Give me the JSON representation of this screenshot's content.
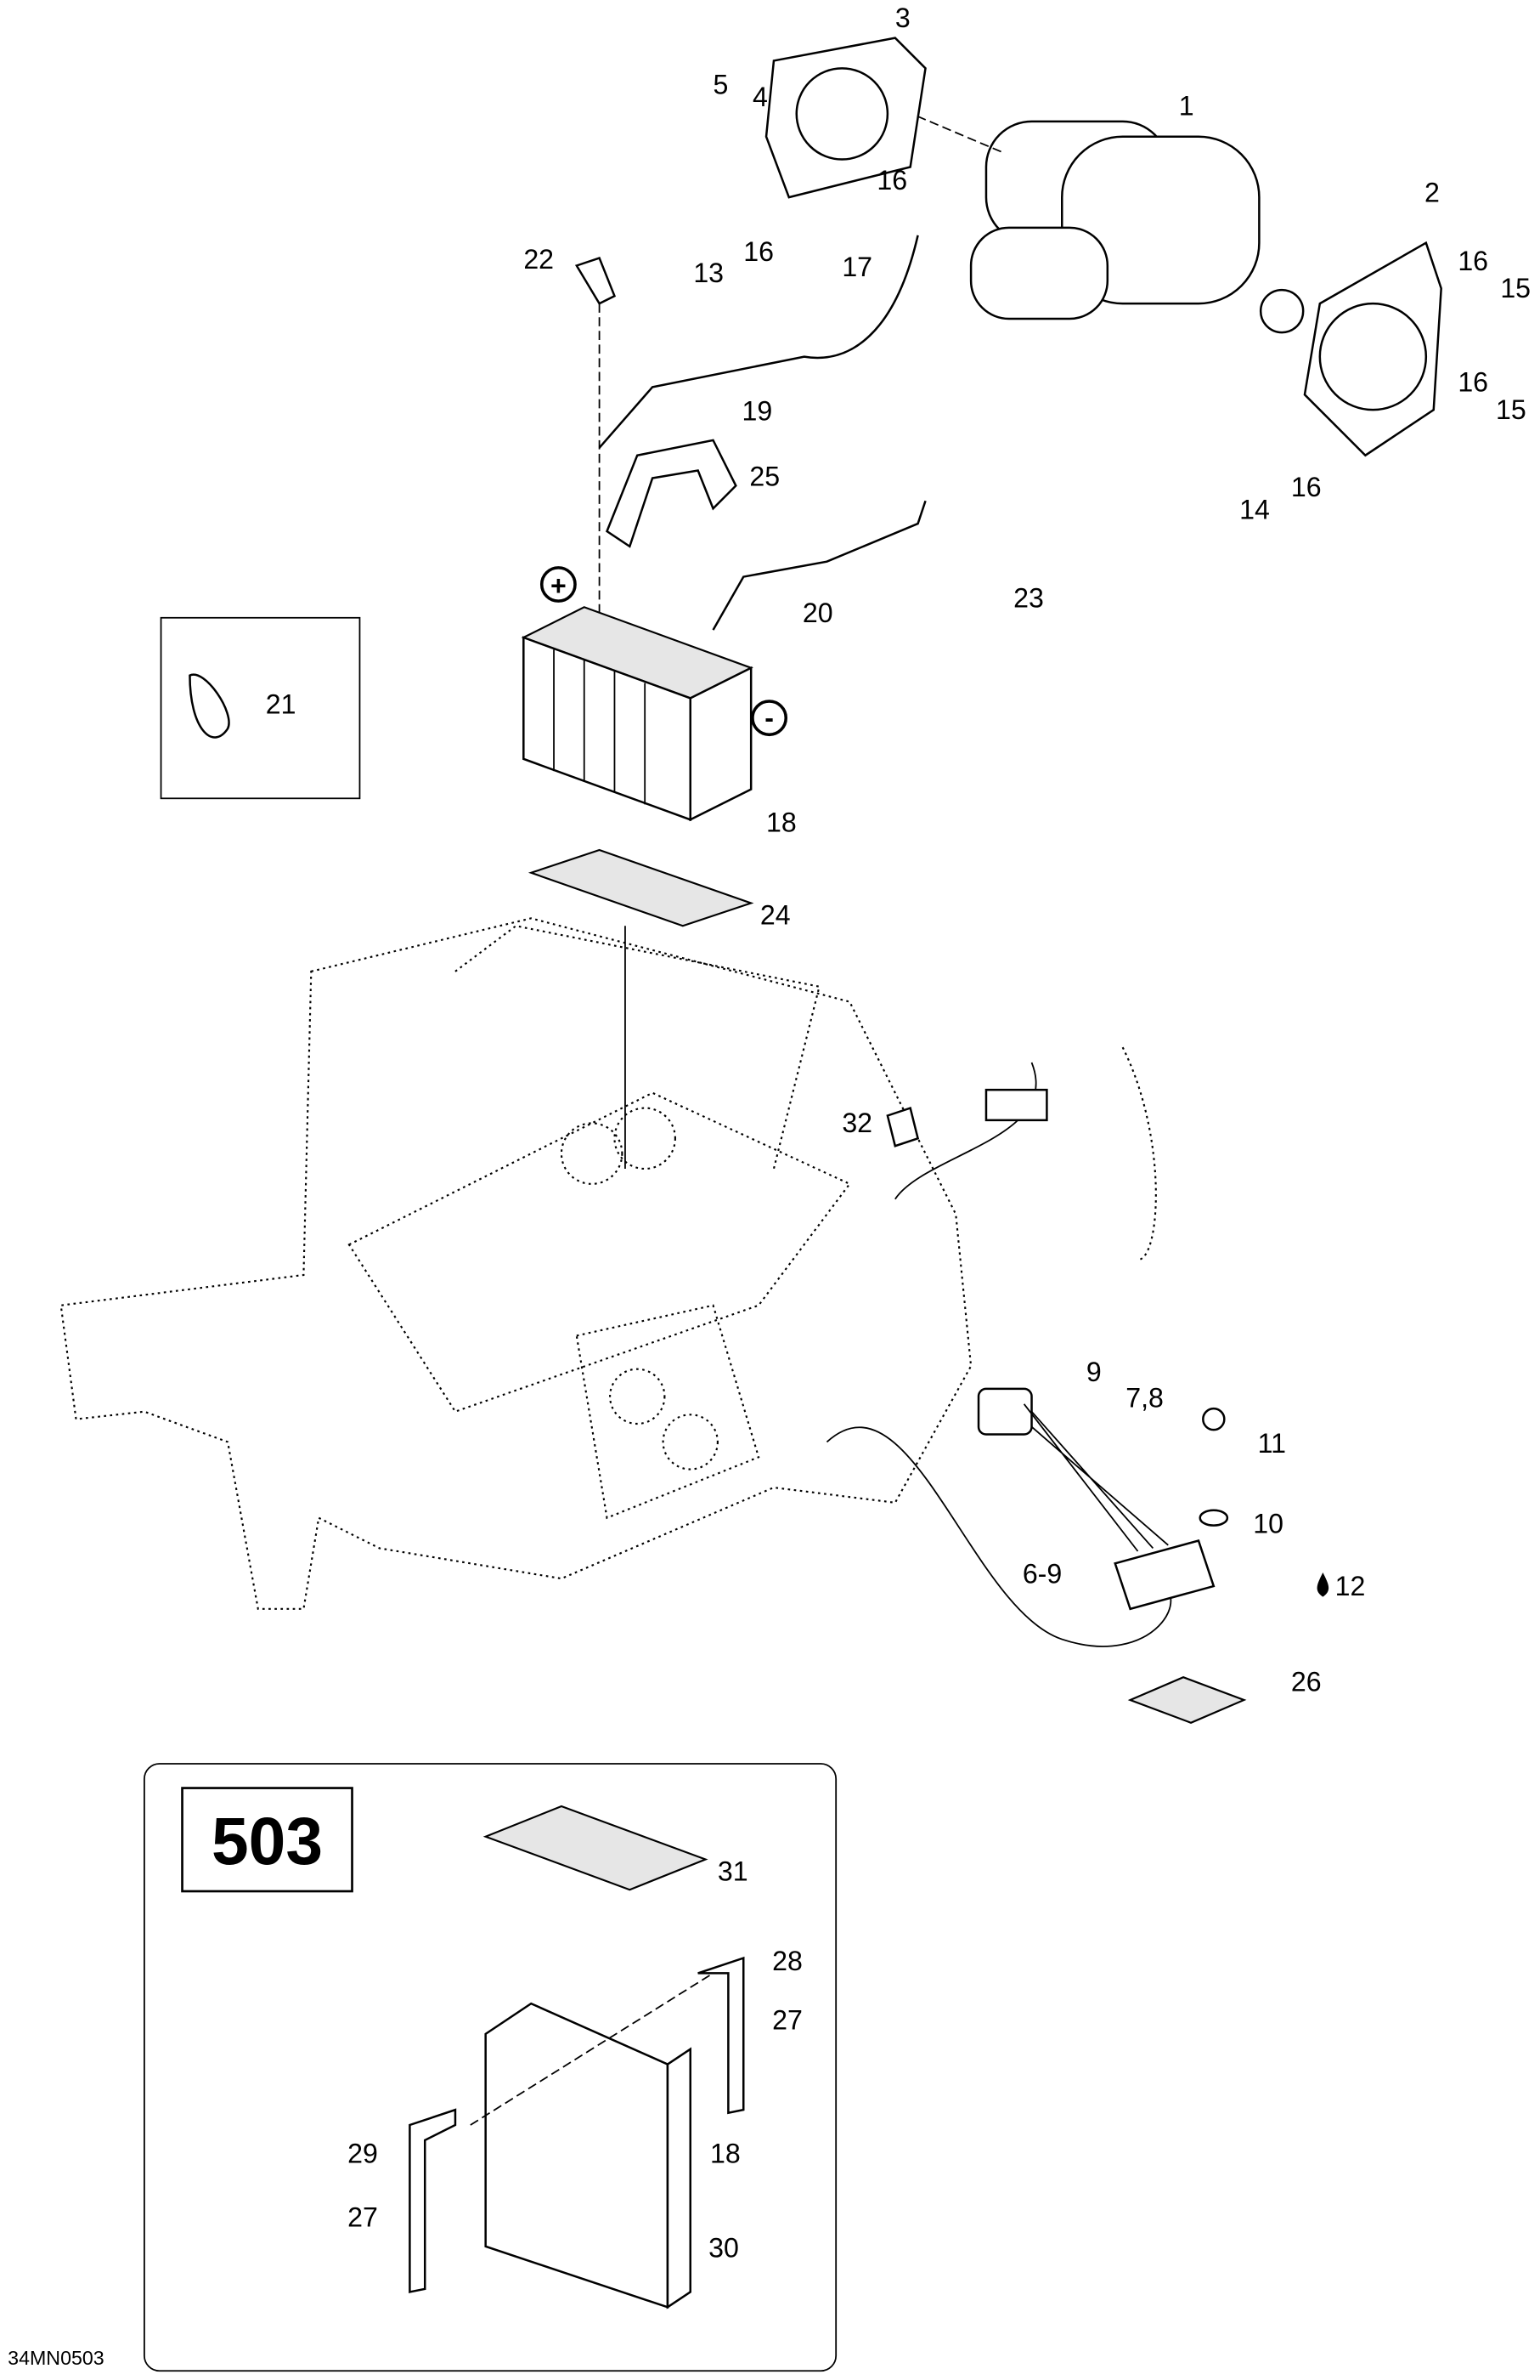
{
  "diagram": {
    "drawing_code": "34MN0503",
    "inset_model": "503",
    "callouts": [
      "1",
      "2",
      "3",
      "4",
      "5",
      "13",
      "16",
      "16",
      "17",
      "16",
      "15",
      "16",
      "15",
      "14",
      "16",
      "22",
      "19",
      "25",
      "23",
      "20",
      "21",
      "18",
      "24",
      "32",
      "9",
      "7,8",
      "11",
      "10",
      "6-9",
      "12",
      "26",
      "31",
      "28",
      "27",
      "18",
      "29",
      "27",
      "30"
    ],
    "symbols": {
      "positive": "+",
      "negative": "-"
    }
  }
}
